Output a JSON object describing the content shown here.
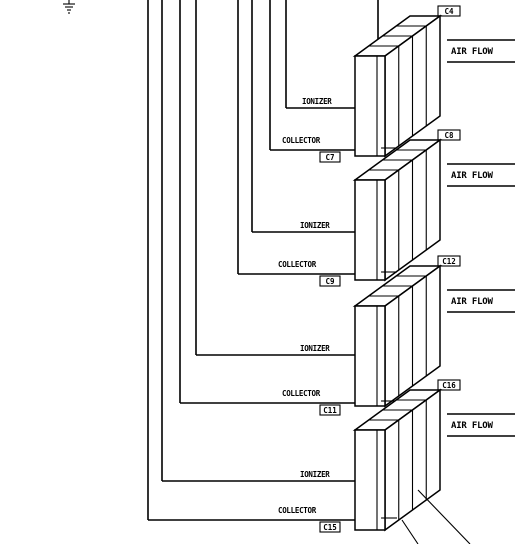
{
  "diagram": {
    "modules": [
      {
        "ionizer_label": "IONIZER",
        "collector_label": "COLLECTOR",
        "collector_tag": "C7",
        "top_tag": "C4",
        "airflow_label": "AIR FLOW"
      },
      {
        "ionizer_label": "IONIZER",
        "collector_label": "COLLECTOR",
        "collector_tag": "C9",
        "top_tag": "C8",
        "airflow_label": "AIR FLOW"
      },
      {
        "ionizer_label": "IONIZER",
        "collector_label": "COLLECTOR",
        "collector_tag": "C11",
        "top_tag": "C12",
        "airflow_label": "AIR FLOW"
      },
      {
        "ionizer_label": "IONIZER",
        "collector_label": "COLLECTOR",
        "collector_tag": "C15",
        "top_tag": "C16",
        "airflow_label": "AIR FLOW"
      }
    ]
  }
}
